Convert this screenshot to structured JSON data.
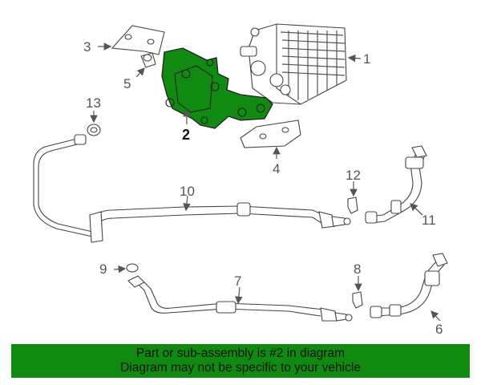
{
  "callouts": [
    "1",
    "2",
    "3",
    "4",
    "5",
    "6",
    "7",
    "8",
    "9",
    "10",
    "11",
    "12",
    "13"
  ],
  "highlight_color": "#118a11",
  "banner": {
    "line1": "Part or sub-assembly is #2 in diagram",
    "line2": "Diagram may not be specific to your vehicle"
  }
}
